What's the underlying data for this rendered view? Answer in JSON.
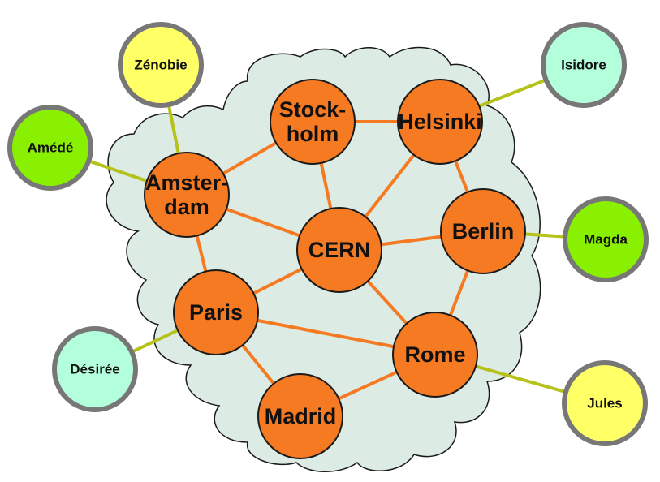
{
  "colors": {
    "cloud_fill": "#dcebe3",
    "cloud_stroke": "#1a1a1a",
    "city_fill": "#f57a22",
    "city_stroke": "#1a1a1a",
    "city_link": "#f57a22",
    "user_link": "#b5c21a",
    "user_stroke": "#777777",
    "user_yellow": "#ffff66",
    "user_green": "#88f000",
    "user_mint": "#b3ffdc"
  },
  "cities": [
    {
      "id": "stockholm",
      "lines": [
        "Stock-",
        "holm"
      ]
    },
    {
      "id": "helsinki",
      "lines": [
        "Helsinki"
      ]
    },
    {
      "id": "amsterdam",
      "lines": [
        "Amster-",
        "dam"
      ]
    },
    {
      "id": "cern",
      "lines": [
        "CERN"
      ]
    },
    {
      "id": "berlin",
      "lines": [
        "Berlin"
      ]
    },
    {
      "id": "paris",
      "lines": [
        "Paris"
      ]
    },
    {
      "id": "rome",
      "lines": [
        "Rome"
      ]
    },
    {
      "id": "madrid",
      "lines": [
        "Madrid"
      ]
    }
  ],
  "users": [
    {
      "id": "zenobie",
      "label": "Zénobie",
      "color": "user_yellow",
      "connects_to": "amsterdam"
    },
    {
      "id": "amede",
      "label": "Amédé",
      "color": "user_green",
      "connects_to": "amsterdam"
    },
    {
      "id": "isidore",
      "label": "Isidore",
      "color": "user_mint",
      "connects_to": "helsinki"
    },
    {
      "id": "magda",
      "label": "Magda",
      "color": "user_green",
      "connects_to": "berlin"
    },
    {
      "id": "desiree",
      "label": "Désirée",
      "color": "user_mint",
      "connects_to": "paris"
    },
    {
      "id": "jules",
      "label": "Jules",
      "color": "user_yellow",
      "connects_to": "rome"
    }
  ],
  "city_links": [
    [
      "stockholm",
      "helsinki"
    ],
    [
      "stockholm",
      "amsterdam"
    ],
    [
      "stockholm",
      "cern"
    ],
    [
      "helsinki",
      "cern"
    ],
    [
      "helsinki",
      "berlin"
    ],
    [
      "amsterdam",
      "cern"
    ],
    [
      "amsterdam",
      "paris"
    ],
    [
      "cern",
      "berlin"
    ],
    [
      "cern",
      "paris"
    ],
    [
      "cern",
      "rome"
    ],
    [
      "berlin",
      "rome"
    ],
    [
      "paris",
      "rome"
    ],
    [
      "paris",
      "madrid"
    ],
    [
      "madrid",
      "rome"
    ]
  ]
}
